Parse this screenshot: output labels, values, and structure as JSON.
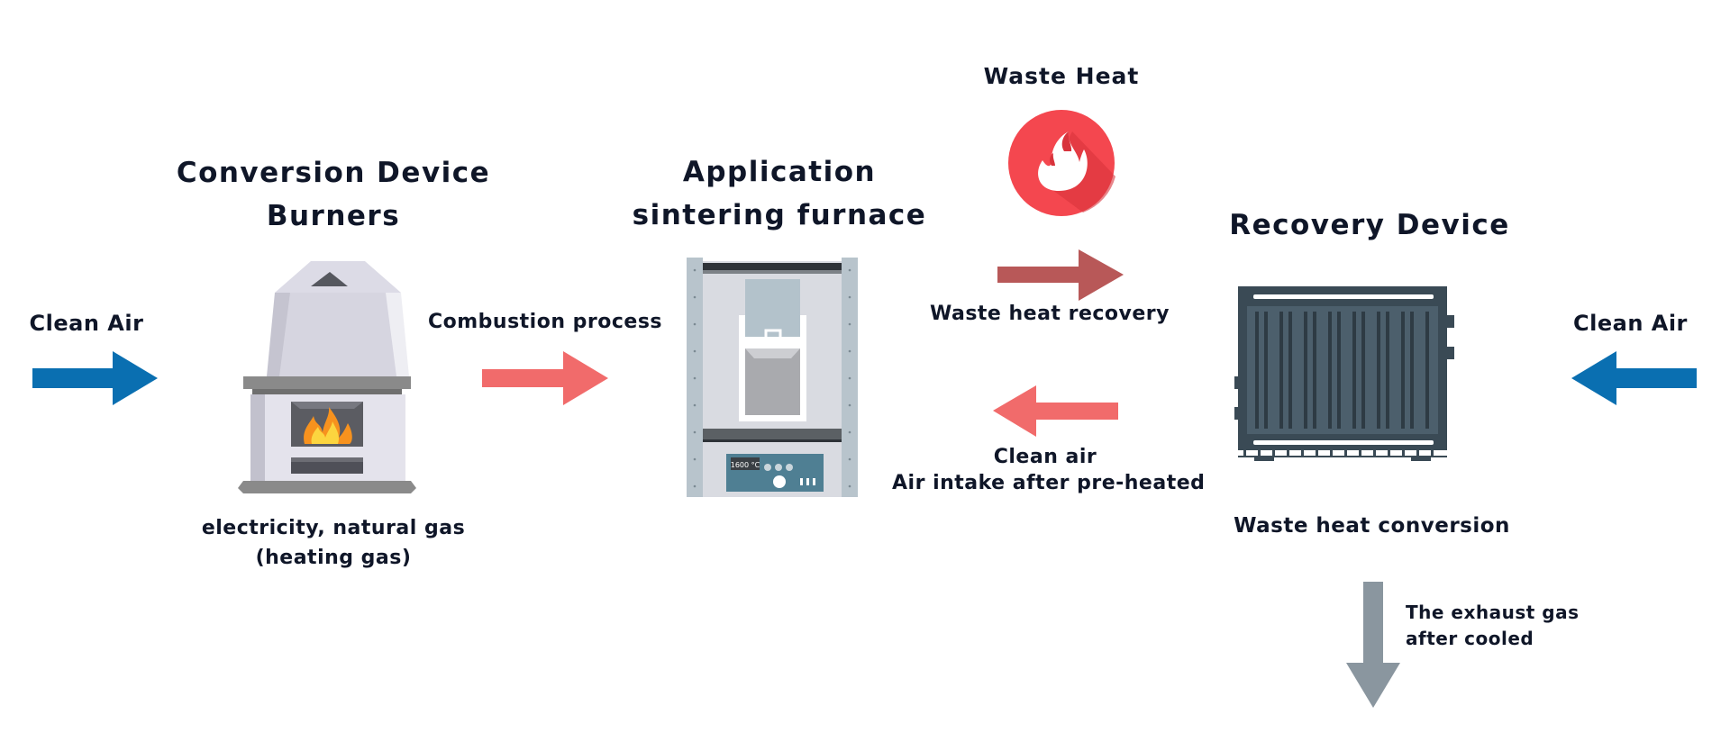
{
  "labels": {
    "conversion_title": "Conversion Device",
    "conversion_subtitle": "Burners",
    "application_title": "Application",
    "application_subtitle": "sintering furnace",
    "waste_heat_title": "Waste Heat",
    "recovery_title": "Recovery Device",
    "clean_air_left": "Clean Air",
    "clean_air_right": "Clean Air",
    "combustion_process": "Combustion process",
    "fuel_line1": "electricity, natural gas",
    "fuel_line2": "(heating gas)",
    "waste_heat_recovery": "Waste heat recovery",
    "preheated_line1": "Clean air",
    "preheated_line2": "Air intake after pre-heated",
    "waste_heat_conversion": "Waste heat conversion",
    "exhaust_line1": "The exhaust gas",
    "exhaust_line2": "after cooled",
    "furnace_temp": "1600 °C"
  },
  "icons": {
    "burner": "fireplace-burner-icon",
    "furnace": "sintering-furnace-icon",
    "waste_heat": "flame-icon",
    "recovery": "heat-exchanger-icon"
  },
  "colors": {
    "text": "#0f1628",
    "clean_air_arrow": "#0a6fb1",
    "combustion_arrow": "#f16b6b",
    "waste_heat_arrow": "#b85858",
    "preheated_arrow": "#f16b6b",
    "exhaust_arrow": "#8a969f",
    "flame_circle": "#f4474f",
    "exchanger": "#3a4a55"
  }
}
